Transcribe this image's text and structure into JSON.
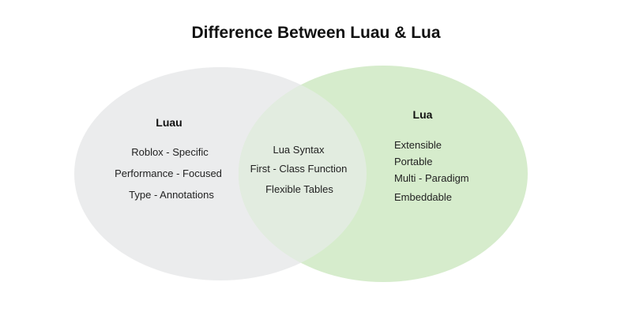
{
  "title": "Difference Between Luau & Lua",
  "colors": {
    "left": "#ebeced",
    "right": "#d3eac8",
    "overlap": "#e2ece0"
  },
  "left": {
    "heading": "Luau",
    "items": [
      "Roblox - Specific",
      "Performance - Focused",
      "Type - Annotations"
    ]
  },
  "overlap": {
    "items": [
      "Lua Syntax",
      "First - Class Function",
      "Flexible Tables"
    ]
  },
  "right": {
    "heading": "Lua",
    "items": [
      "Extensible",
      "Portable",
      "Multi - Paradigm",
      "Embeddable"
    ]
  }
}
